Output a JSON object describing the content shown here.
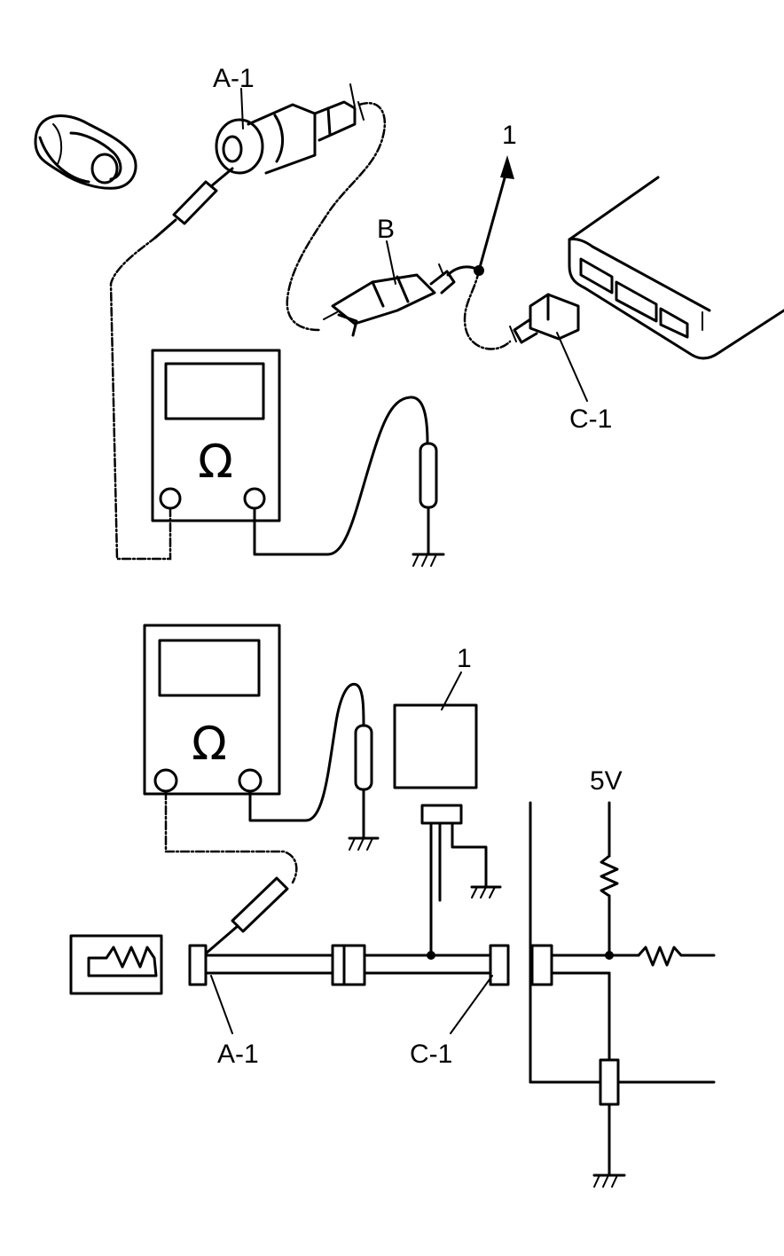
{
  "top_view": {
    "label_a1": "A-1",
    "label_b": "B",
    "label_1": "1",
    "label_c1": "C-1",
    "meter_symbol": "Ω"
  },
  "bottom_view": {
    "label_1": "1",
    "label_5v": "5V",
    "label_a1": "A-1",
    "label_c1": "C-1",
    "meter_symbol": "Ω"
  }
}
